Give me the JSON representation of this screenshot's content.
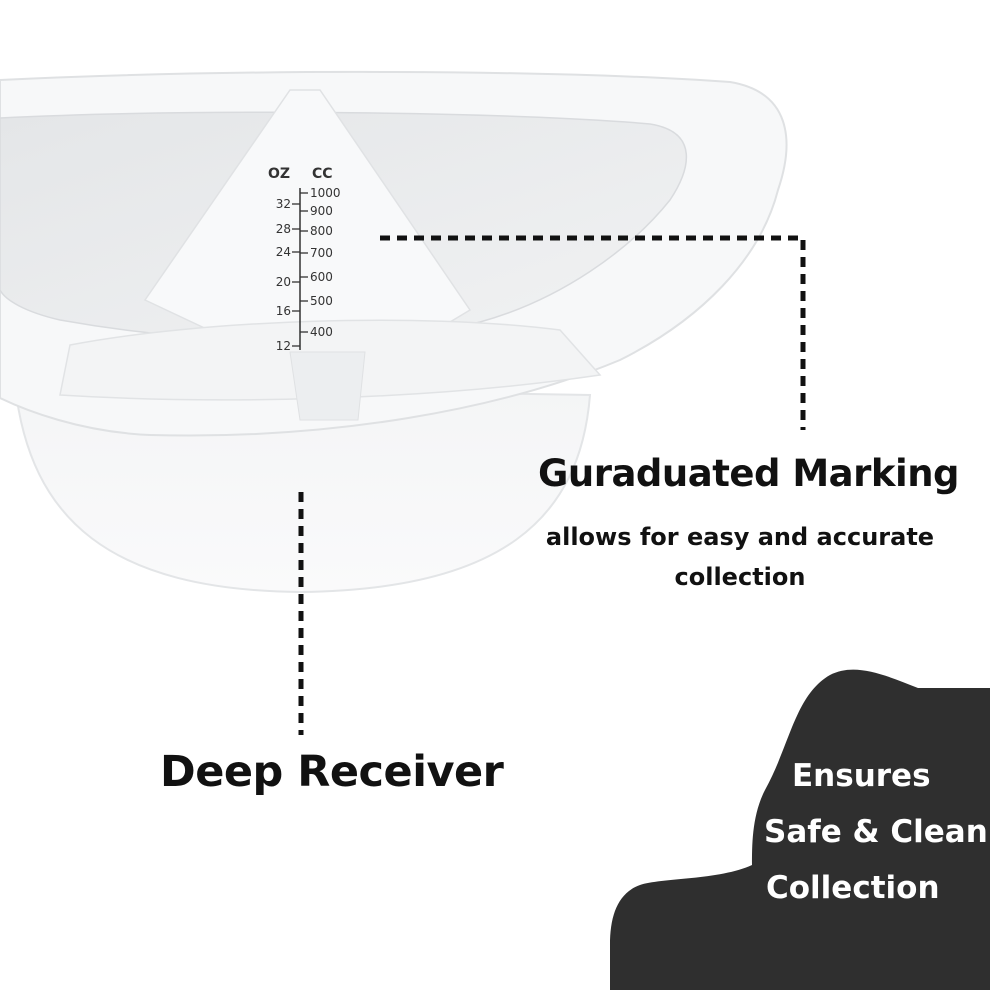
{
  "scale": {
    "unit_left": "OZ",
    "unit_right": "CC",
    "oz_labels": [
      "32",
      "28",
      "24",
      "20",
      "16",
      "12"
    ],
    "cc_labels": [
      "1000",
      "900",
      "800",
      "700",
      "600",
      "500",
      "400"
    ]
  },
  "callouts": {
    "marking": {
      "title": "Guraduated Marking",
      "description": "allows for easy and accurate collection"
    },
    "receiver": {
      "title": "Deep Receiver"
    }
  },
  "badge": {
    "lines": [
      "Ensures",
      "Safe & Clean",
      "Collection"
    ]
  },
  "colors": {
    "badge_background": "#2f2f2f",
    "text": "#111111",
    "badge_text": "#ffffff"
  }
}
